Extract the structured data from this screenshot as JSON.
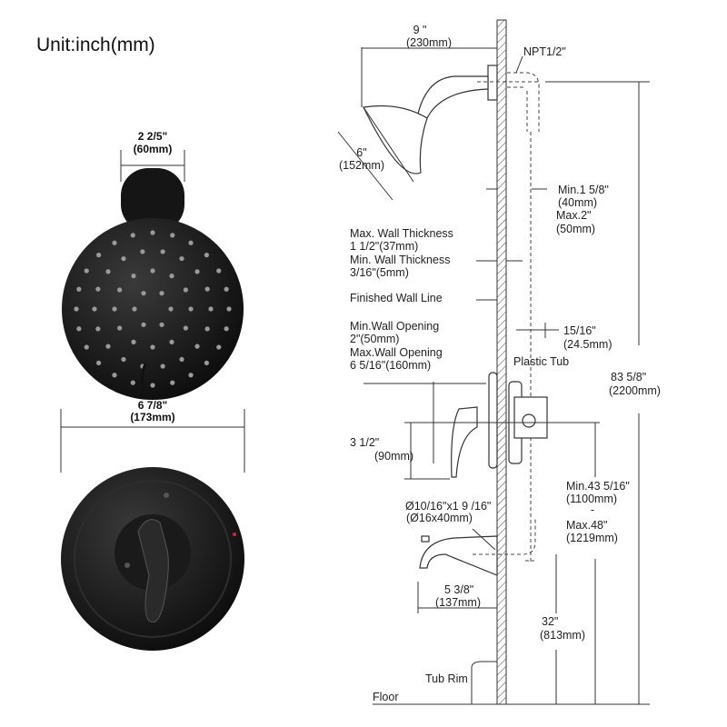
{
  "unit_title": "Unit:inch(mm)",
  "front": {
    "head_width": "2 2/5\"",
    "head_width_mm": "(60mm)",
    "trim_width": "6 7/8\"",
    "trim_width_mm": "(173mm)"
  },
  "side": {
    "arm_reach": "9 \"",
    "arm_reach_mm": "(230mm)",
    "thread": "NPT1/2\"",
    "head_dia": "6\"",
    "head_dia_mm": "(152mm)",
    "depth_min": "Min.1 5/8\"",
    "depth_min_mm": "(40mm)",
    "depth_max": "Max.2\"",
    "depth_max_mm": "(50mm)",
    "wall_max": "Max. Wall Thickness",
    "wall_max_val": "1 1/2\"(37mm)",
    "wall_min": "Min. Wall Thickness",
    "wall_min_val": "3/16\"(5mm)",
    "finished_wall": "Finished Wall Line",
    "open_min": "Min.Wall Opening",
    "open_min_val": "2\"(50mm)",
    "open_max": "Max.Wall Opening",
    "open_max_val": "6 5/16\"(160mm)",
    "offset": "15/16\"",
    "offset_mm": "(24.5mm)",
    "plastic_tub": "Plastic Tub",
    "total_height": "83 5/8\"",
    "total_height_mm": "(2200mm)",
    "handle_drop": "3 1/2\"",
    "handle_drop_mm": "(90mm)",
    "valve_min": "Min.43 5/16\"",
    "valve_min_mm": "(1100mm)",
    "valve_sep": "-",
    "valve_max": "Max.48\"",
    "valve_max_mm": "(1219mm)",
    "spout_pipe": "Ø10/16\"x1 9 /16\"",
    "spout_pipe_mm": "(Ø16x40mm)",
    "spout_reach": "5 3/8\"",
    "spout_reach_mm": "(137mm)",
    "spout_height": "32\"",
    "spout_height_mm": "(813mm)",
    "tub_rim": "Tub Rim",
    "floor": "Floor"
  }
}
